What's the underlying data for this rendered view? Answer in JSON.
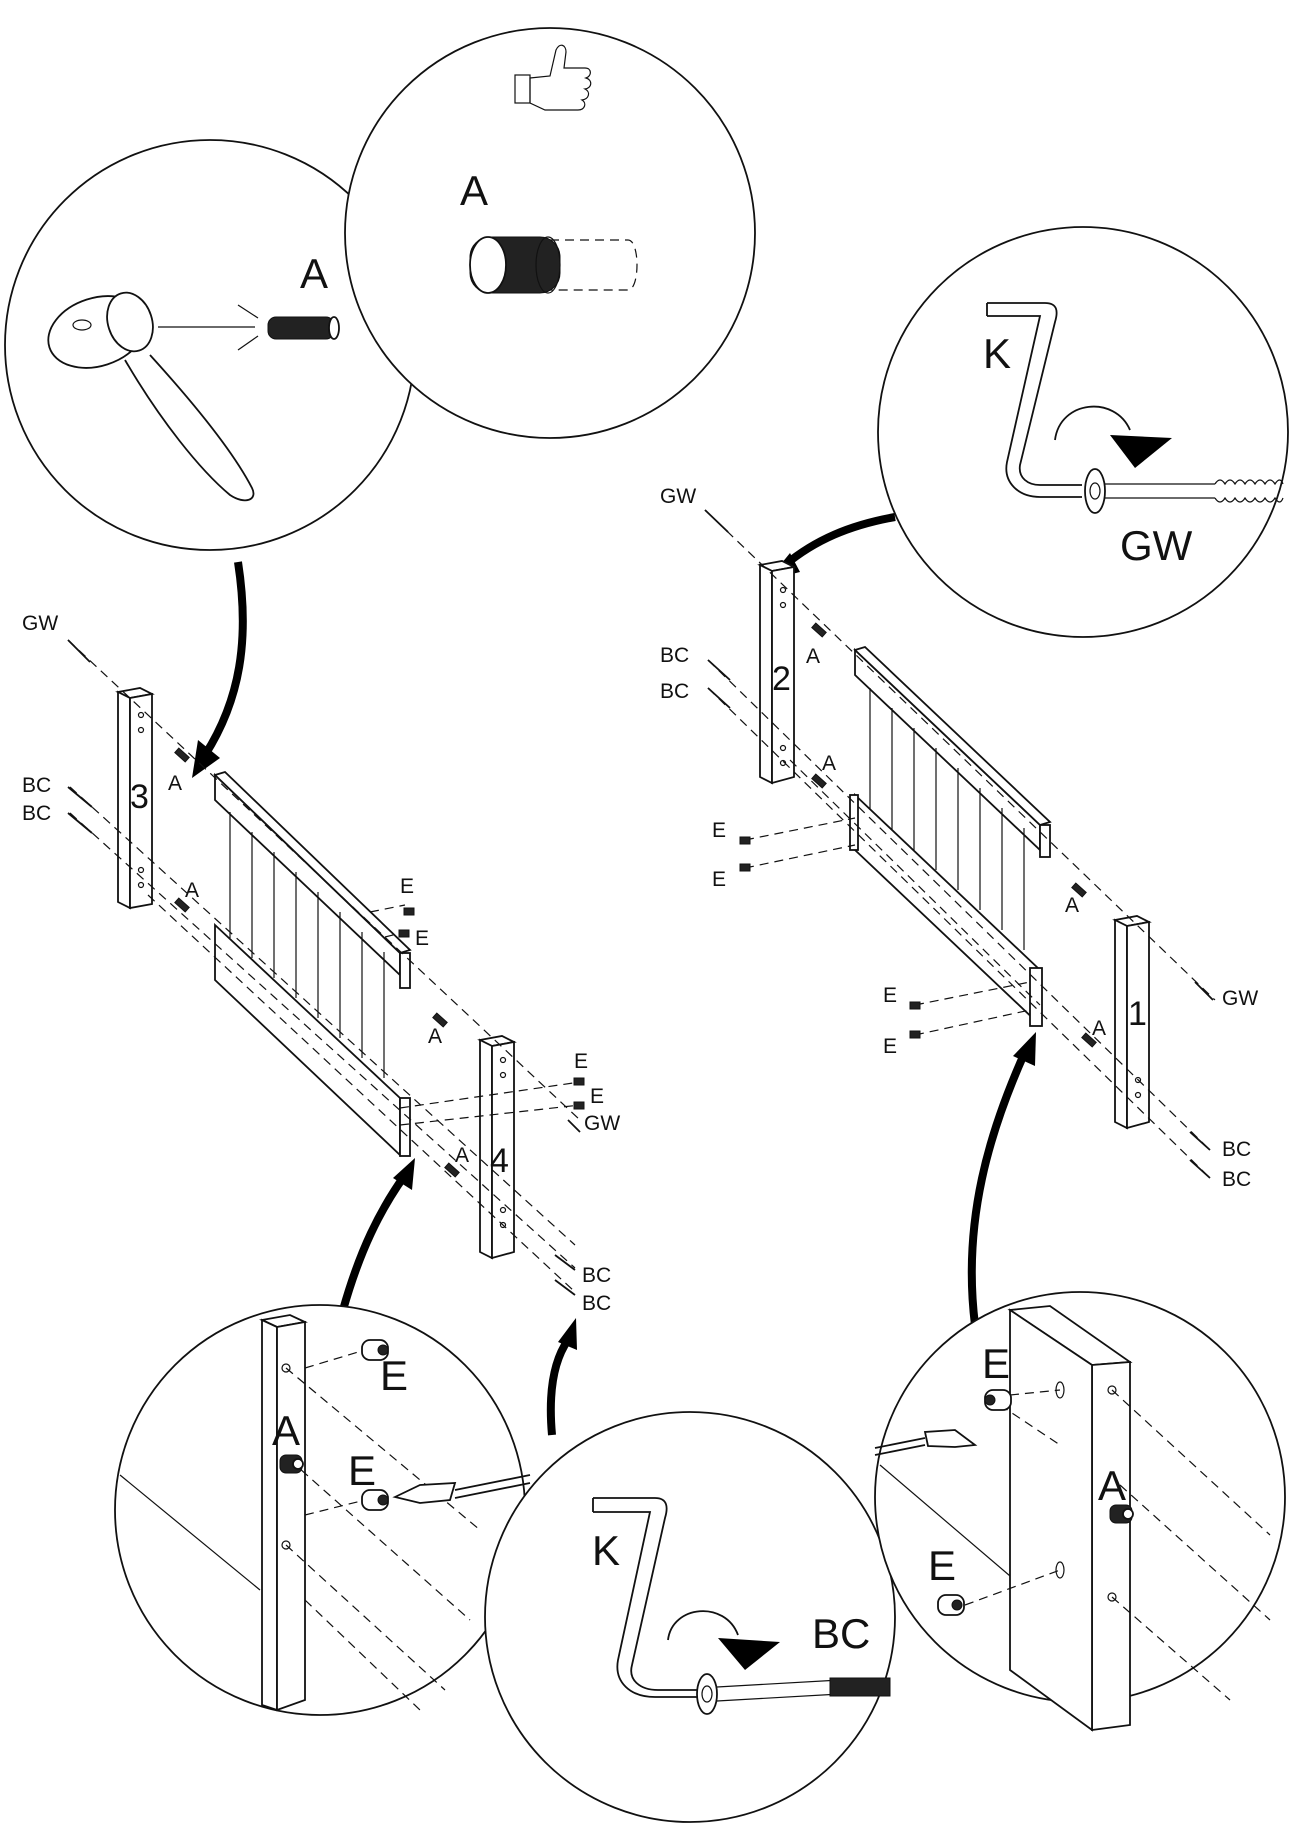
{
  "labels": {
    "part_a": "A",
    "part_k": "K",
    "part_gw": "GW",
    "part_bc": "BC",
    "part_e": "E",
    "panel_1": "1",
    "panel_2": "2",
    "panel_3": "3",
    "panel_4": "4"
  },
  "icons": {
    "thumbs_up": "thumbs-up-icon",
    "hammer": "hammer-icon",
    "allen_key": "allen-key-icon",
    "dowel": "wooden-dowel-icon",
    "bolt": "bolt-icon",
    "cam_nut": "barrel-nut-icon",
    "screwdriver": "screwdriver-icon"
  },
  "colors": {
    "line": "#111111",
    "arrow": "#000000",
    "background": "#ffffff"
  }
}
